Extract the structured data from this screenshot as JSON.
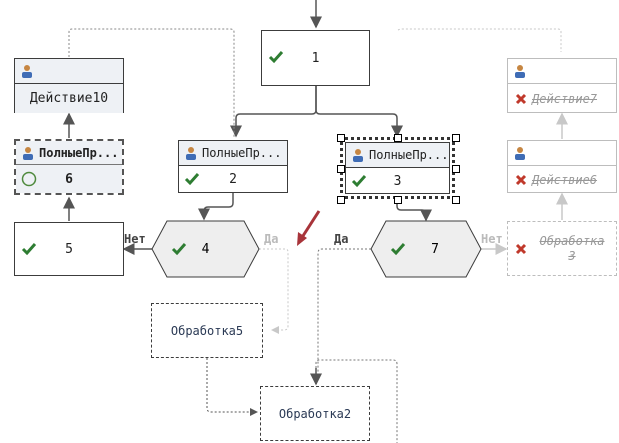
{
  "nodes": {
    "n1": {
      "value": "1"
    },
    "deystvie10": {
      "label": "Действие10"
    },
    "deystvie7": {
      "label": "Действие7"
    },
    "n6": {
      "title": "ПолныеПр...",
      "value": "6"
    },
    "n2": {
      "title": "ПолныеПр...",
      "value": "2"
    },
    "n3": {
      "title": "ПолныеПр...",
      "value": "3"
    },
    "deystvie6": {
      "label": "Действие6"
    },
    "n5": {
      "value": "5"
    },
    "n4": {
      "value": "4"
    },
    "n7": {
      "value": "7"
    },
    "obrabotka3": {
      "line1": "Обработка",
      "line2": "3"
    },
    "obrabotka5": {
      "label": "Обработка5"
    },
    "obrabotka2": {
      "label": "Обработка2"
    }
  },
  "edge_labels": {
    "net_left": "Нет",
    "da_left": "Да",
    "da_right": "Да",
    "net_right": "Нет"
  },
  "colors": {
    "check": "#2e7d32",
    "cross": "#c0392b",
    "arrow_marker": "#a8343a",
    "border": "#3c3c3c",
    "disabled": "#bdbdbd"
  }
}
